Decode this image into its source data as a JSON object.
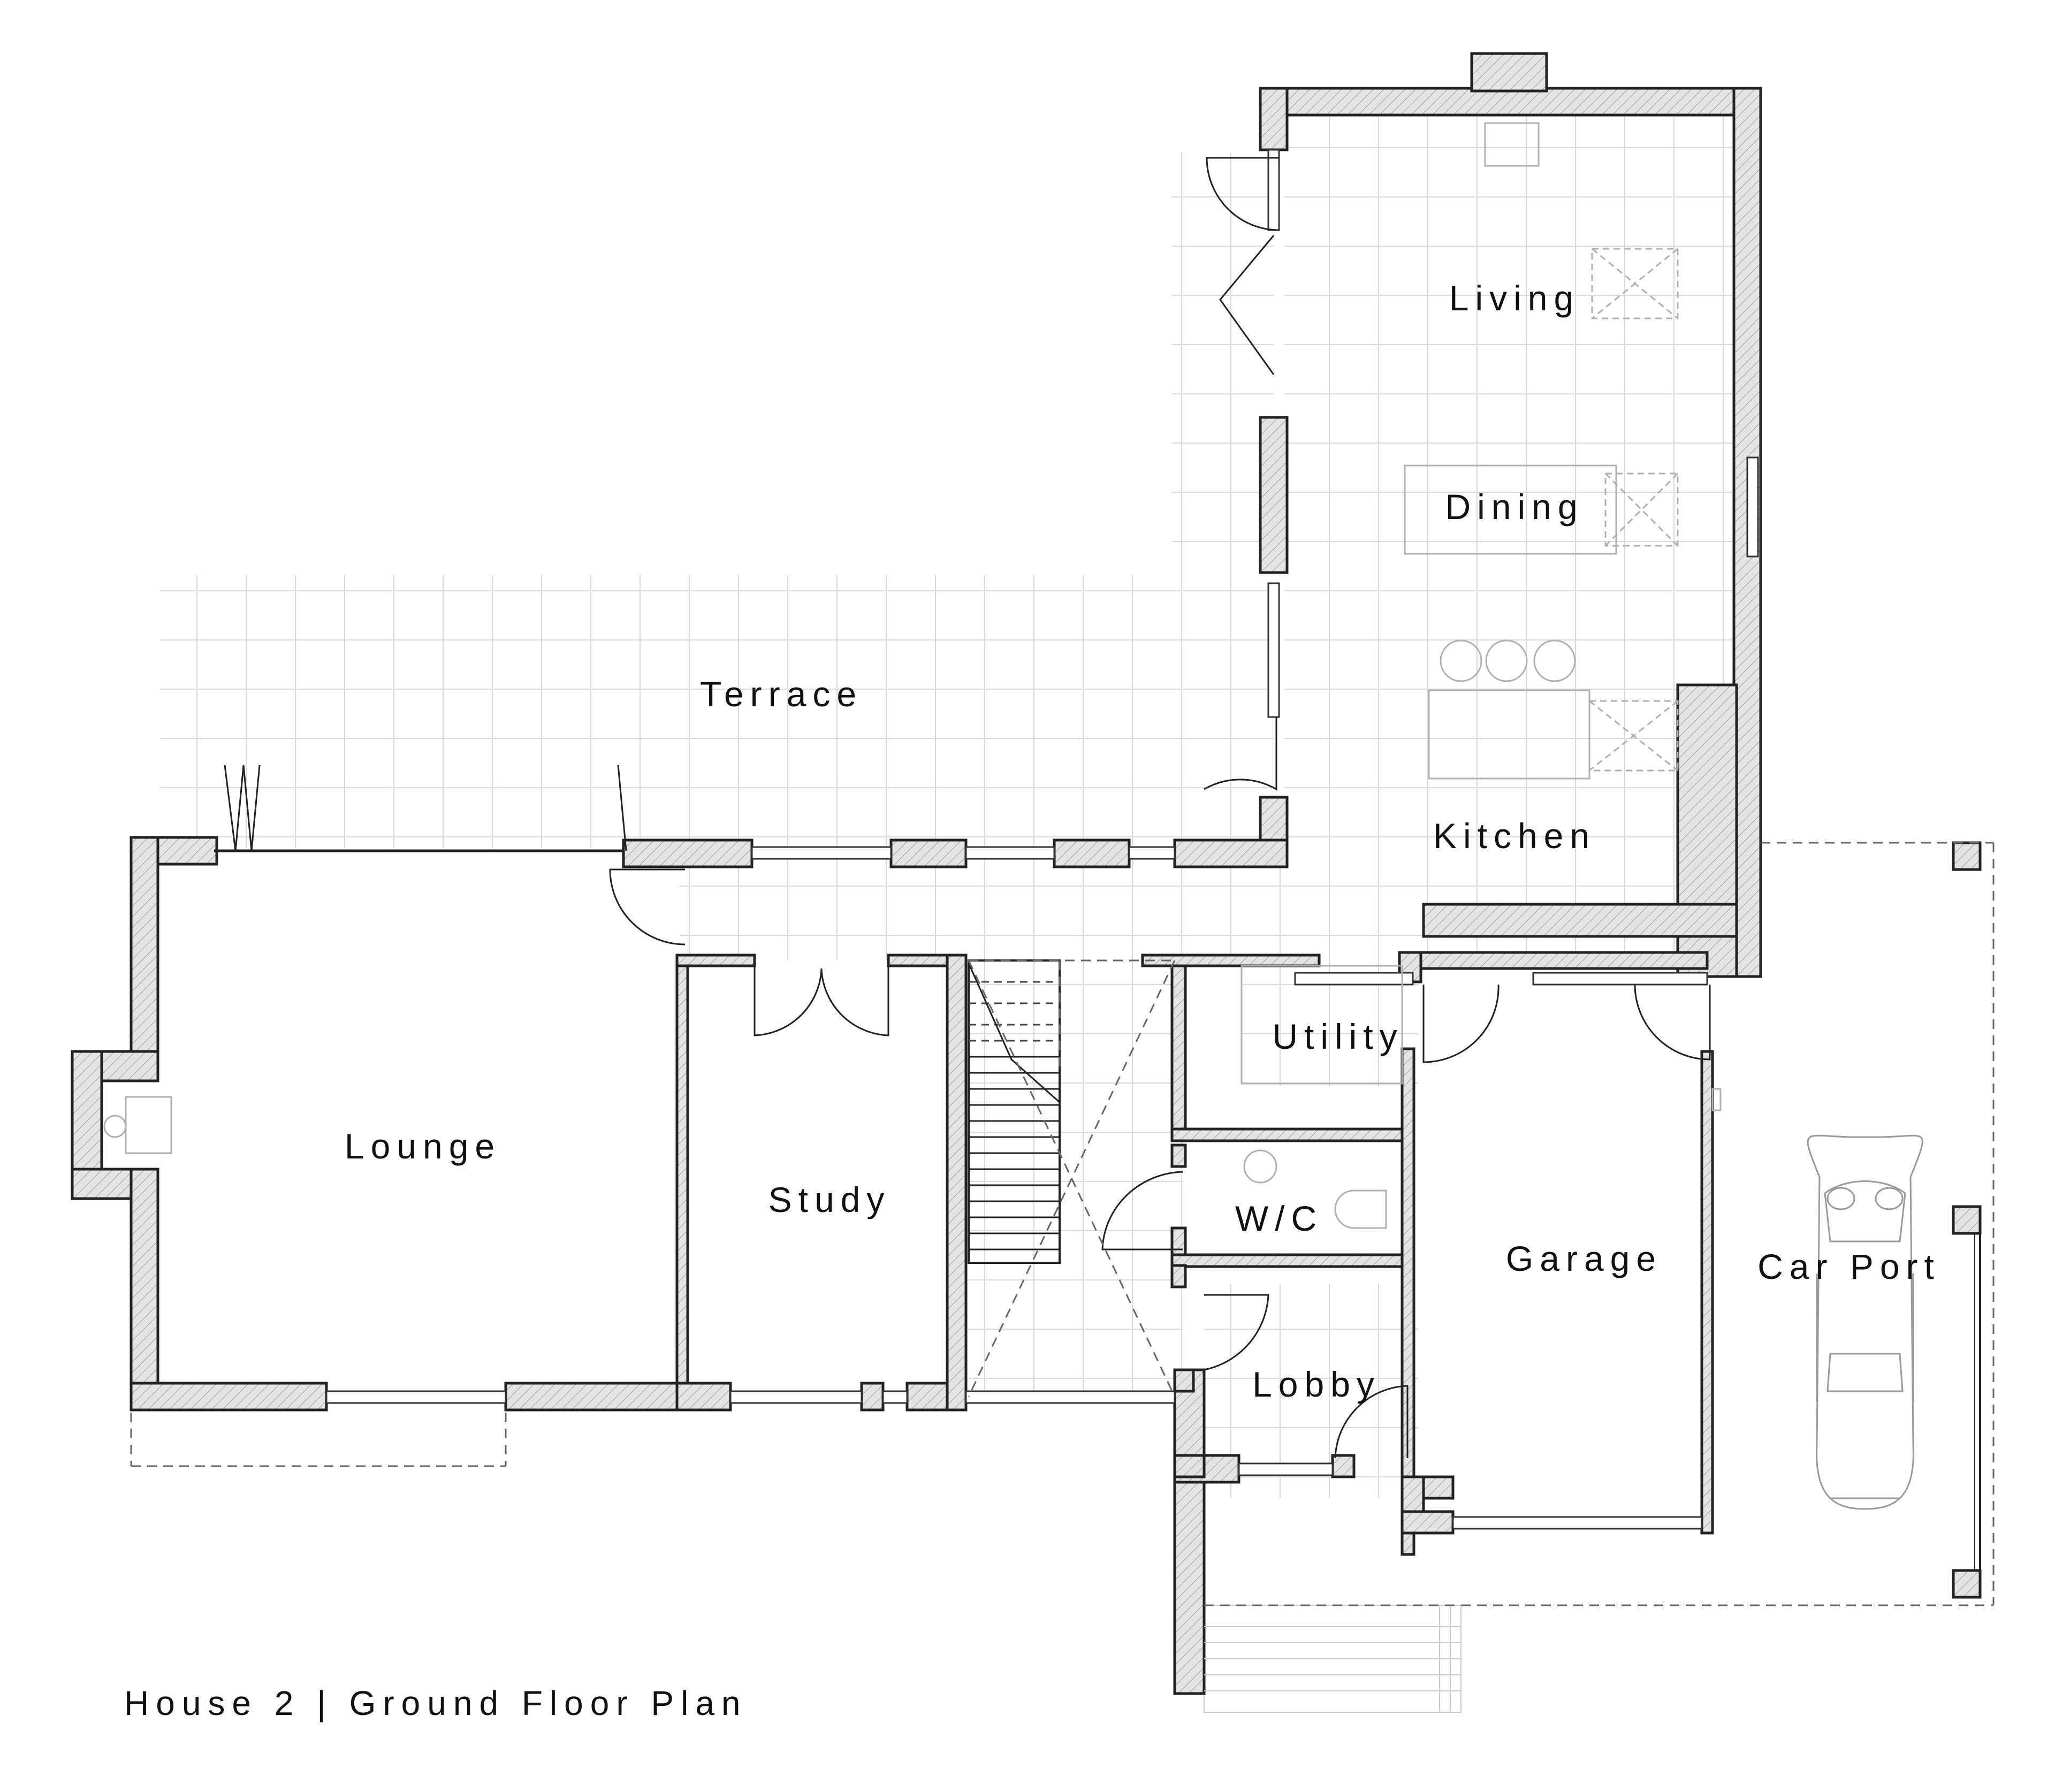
{
  "plan": {
    "caption": "House 2 | Ground Floor Plan",
    "rooms": {
      "living": "Living",
      "dining": "Dining",
      "terrace": "Terrace",
      "kitchen": "Kitchen",
      "lounge": "Lounge",
      "study": "Study",
      "utility": "Utility",
      "wc": "W/C",
      "garage": "Garage",
      "car_port": "Car Port",
      "lobby": "Lobby"
    }
  }
}
